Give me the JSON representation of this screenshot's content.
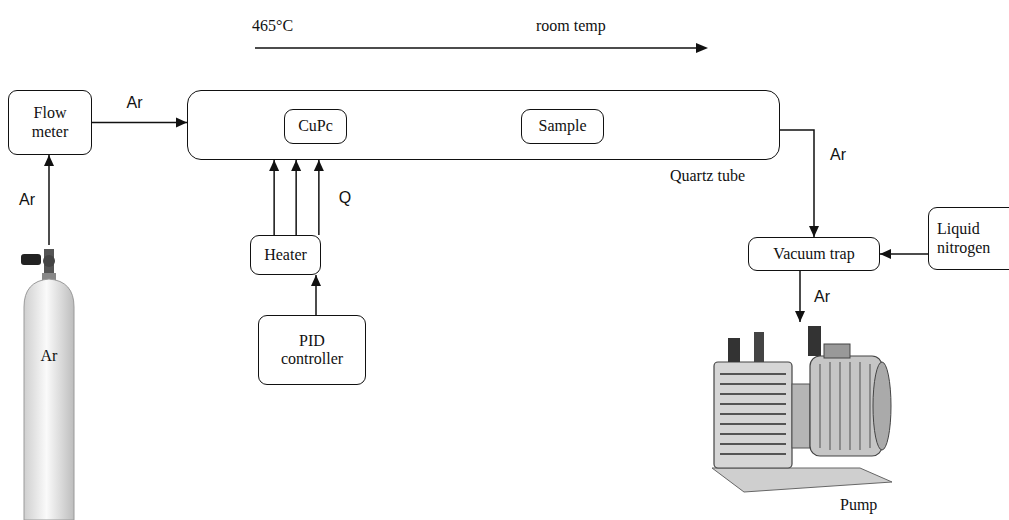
{
  "diagram": {
    "nodes": [
      {
        "text": [
          "Flow meter"
        ]
      },
      {
        "text": [
          "Quartz tube"
        ]
      },
      {
        "text": [
          "CuPc"
        ],
        "in": 1
      },
      {
        "text": [
          "Sample"
        ],
        "in": 1
      },
      {
        "text": [
          "Heater"
        ]
      },
      {
        "text": [
          "PID controller"
        ]
      },
      {
        "text": [
          "Vacuum trap"
        ]
      },
      {
        "text": [
          "Liquid nitrogen"
        ]
      },
      {
        "text": [
          "Ar"
        ]
      },
      {
        "text": [
          "Pump"
        ]
      }
    ],
    "edges": [
      {
        "from": 8,
        "to": 0,
        "arrow": "to",
        "label": "Ar"
      },
      {
        "from": 0,
        "to": 1,
        "arrow": "to",
        "label": "Ar"
      },
      {
        "from": 4,
        "to": 1,
        "arrow": "to"
      },
      {
        "from": 4,
        "to": 1,
        "arrow": "to"
      },
      {
        "from": 4,
        "to": 1,
        "arrow": "to",
        "label": "Q"
      },
      {
        "from": 5,
        "to": 4,
        "arrow": "to"
      },
      {
        "from": 1,
        "to": 6,
        "arrow": "to",
        "label": "Ar"
      },
      {
        "from": 7,
        "to": 6,
        "arrow": "to"
      },
      {
        "from": 6,
        "to": 9,
        "arrow": "to",
        "label": "Ar"
      }
    ],
    "labels": [
      "465°C",
      "room temp"
    ]
  }
}
